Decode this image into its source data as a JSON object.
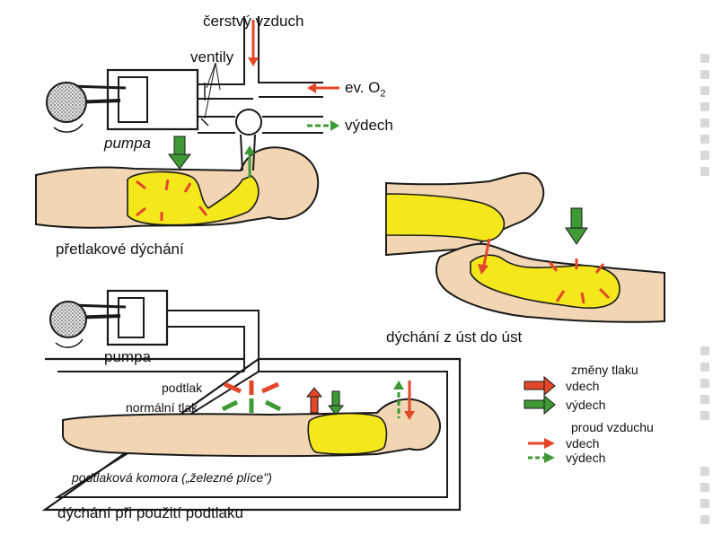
{
  "labels": {
    "fresh_air": "čerstvý vzduch",
    "valves": "ventily",
    "oxygen_prefix": "ev. O",
    "oxygen_sub": "2",
    "exhale_top": "výdech",
    "pump_top": "pumpa",
    "positive_pressure": "přetlakové dýchání",
    "mouth_to_mouth": "dýchání z úst do úst",
    "pump_bottom": "pumpa",
    "negative_pressure_label": "podtlak",
    "normal_pressure_label": "normální tlak",
    "chamber": "podtlaková komora („železné plíce\")",
    "negative_pressure_breathing": "dýchání při použití podtlaku"
  },
  "legend": {
    "pressure_title": "změny tlaku",
    "pressure_inhale": "vdech",
    "pressure_exhale": "výdech",
    "flow_title": "proud vzduchu",
    "flow_inhale": "vdech",
    "flow_exhale": "výdech"
  },
  "colors": {
    "lung_yellow": "#f4e81c",
    "body_fill": "#f2d6b4",
    "inhale_red": "#e4462a",
    "exhale_green": "#3f9a36",
    "outline": "#1a1a1a",
    "background_text": "#d8d8d6"
  }
}
